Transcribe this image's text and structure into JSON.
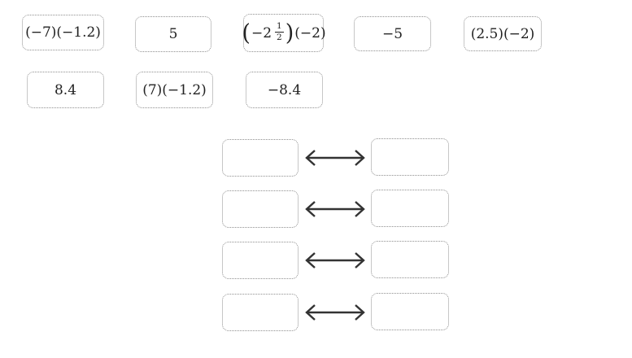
{
  "colors": {
    "page_bg": "#ffffff",
    "box_border": "#8f8f8f",
    "text_color": "#222222",
    "arrow_color": "#333333"
  },
  "tiles": [
    {
      "label": "(−7)(−1.2)"
    },
    {
      "label": "5"
    },
    {
      "big_open": "(",
      "pre": "−2",
      "frac_num": "1",
      "frac_den": "2",
      "big_close": ")",
      "suffix": "(−2)"
    },
    {
      "label": "−5"
    },
    {
      "label": "(2.5)(−2)"
    },
    {
      "label": "8.4"
    },
    {
      "label": "(7)(−1.2)"
    },
    {
      "label": "−8.4"
    }
  ],
  "matching": {
    "pairs": [
      {
        "left": "",
        "right": ""
      },
      {
        "left": "",
        "right": ""
      },
      {
        "left": "",
        "right": ""
      },
      {
        "left": "",
        "right": ""
      }
    ],
    "arrow_glyph": "↔"
  }
}
